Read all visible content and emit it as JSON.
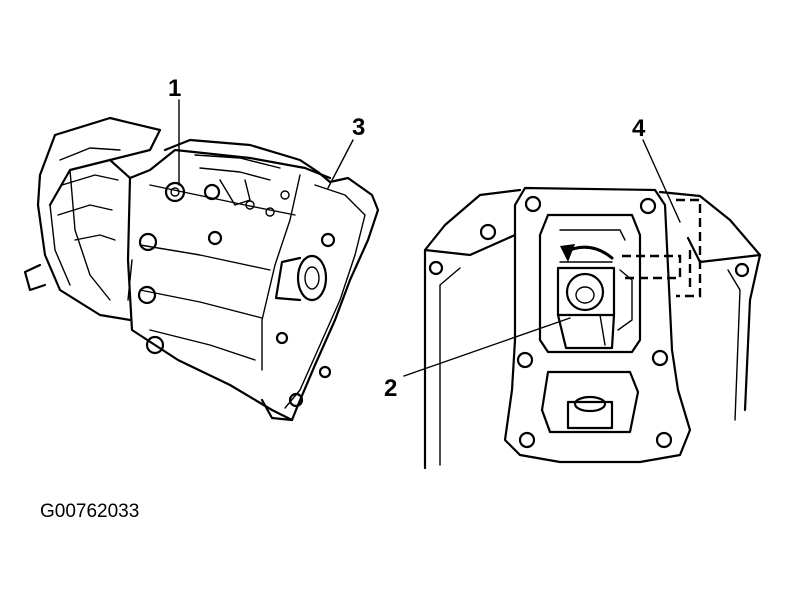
{
  "labels": {
    "callout_1": "1",
    "callout_2": "2",
    "callout_3": "3",
    "callout_4": "4"
  },
  "figure_code": "G00762033",
  "colors": {
    "line": "#000000",
    "background": "#ffffff"
  }
}
